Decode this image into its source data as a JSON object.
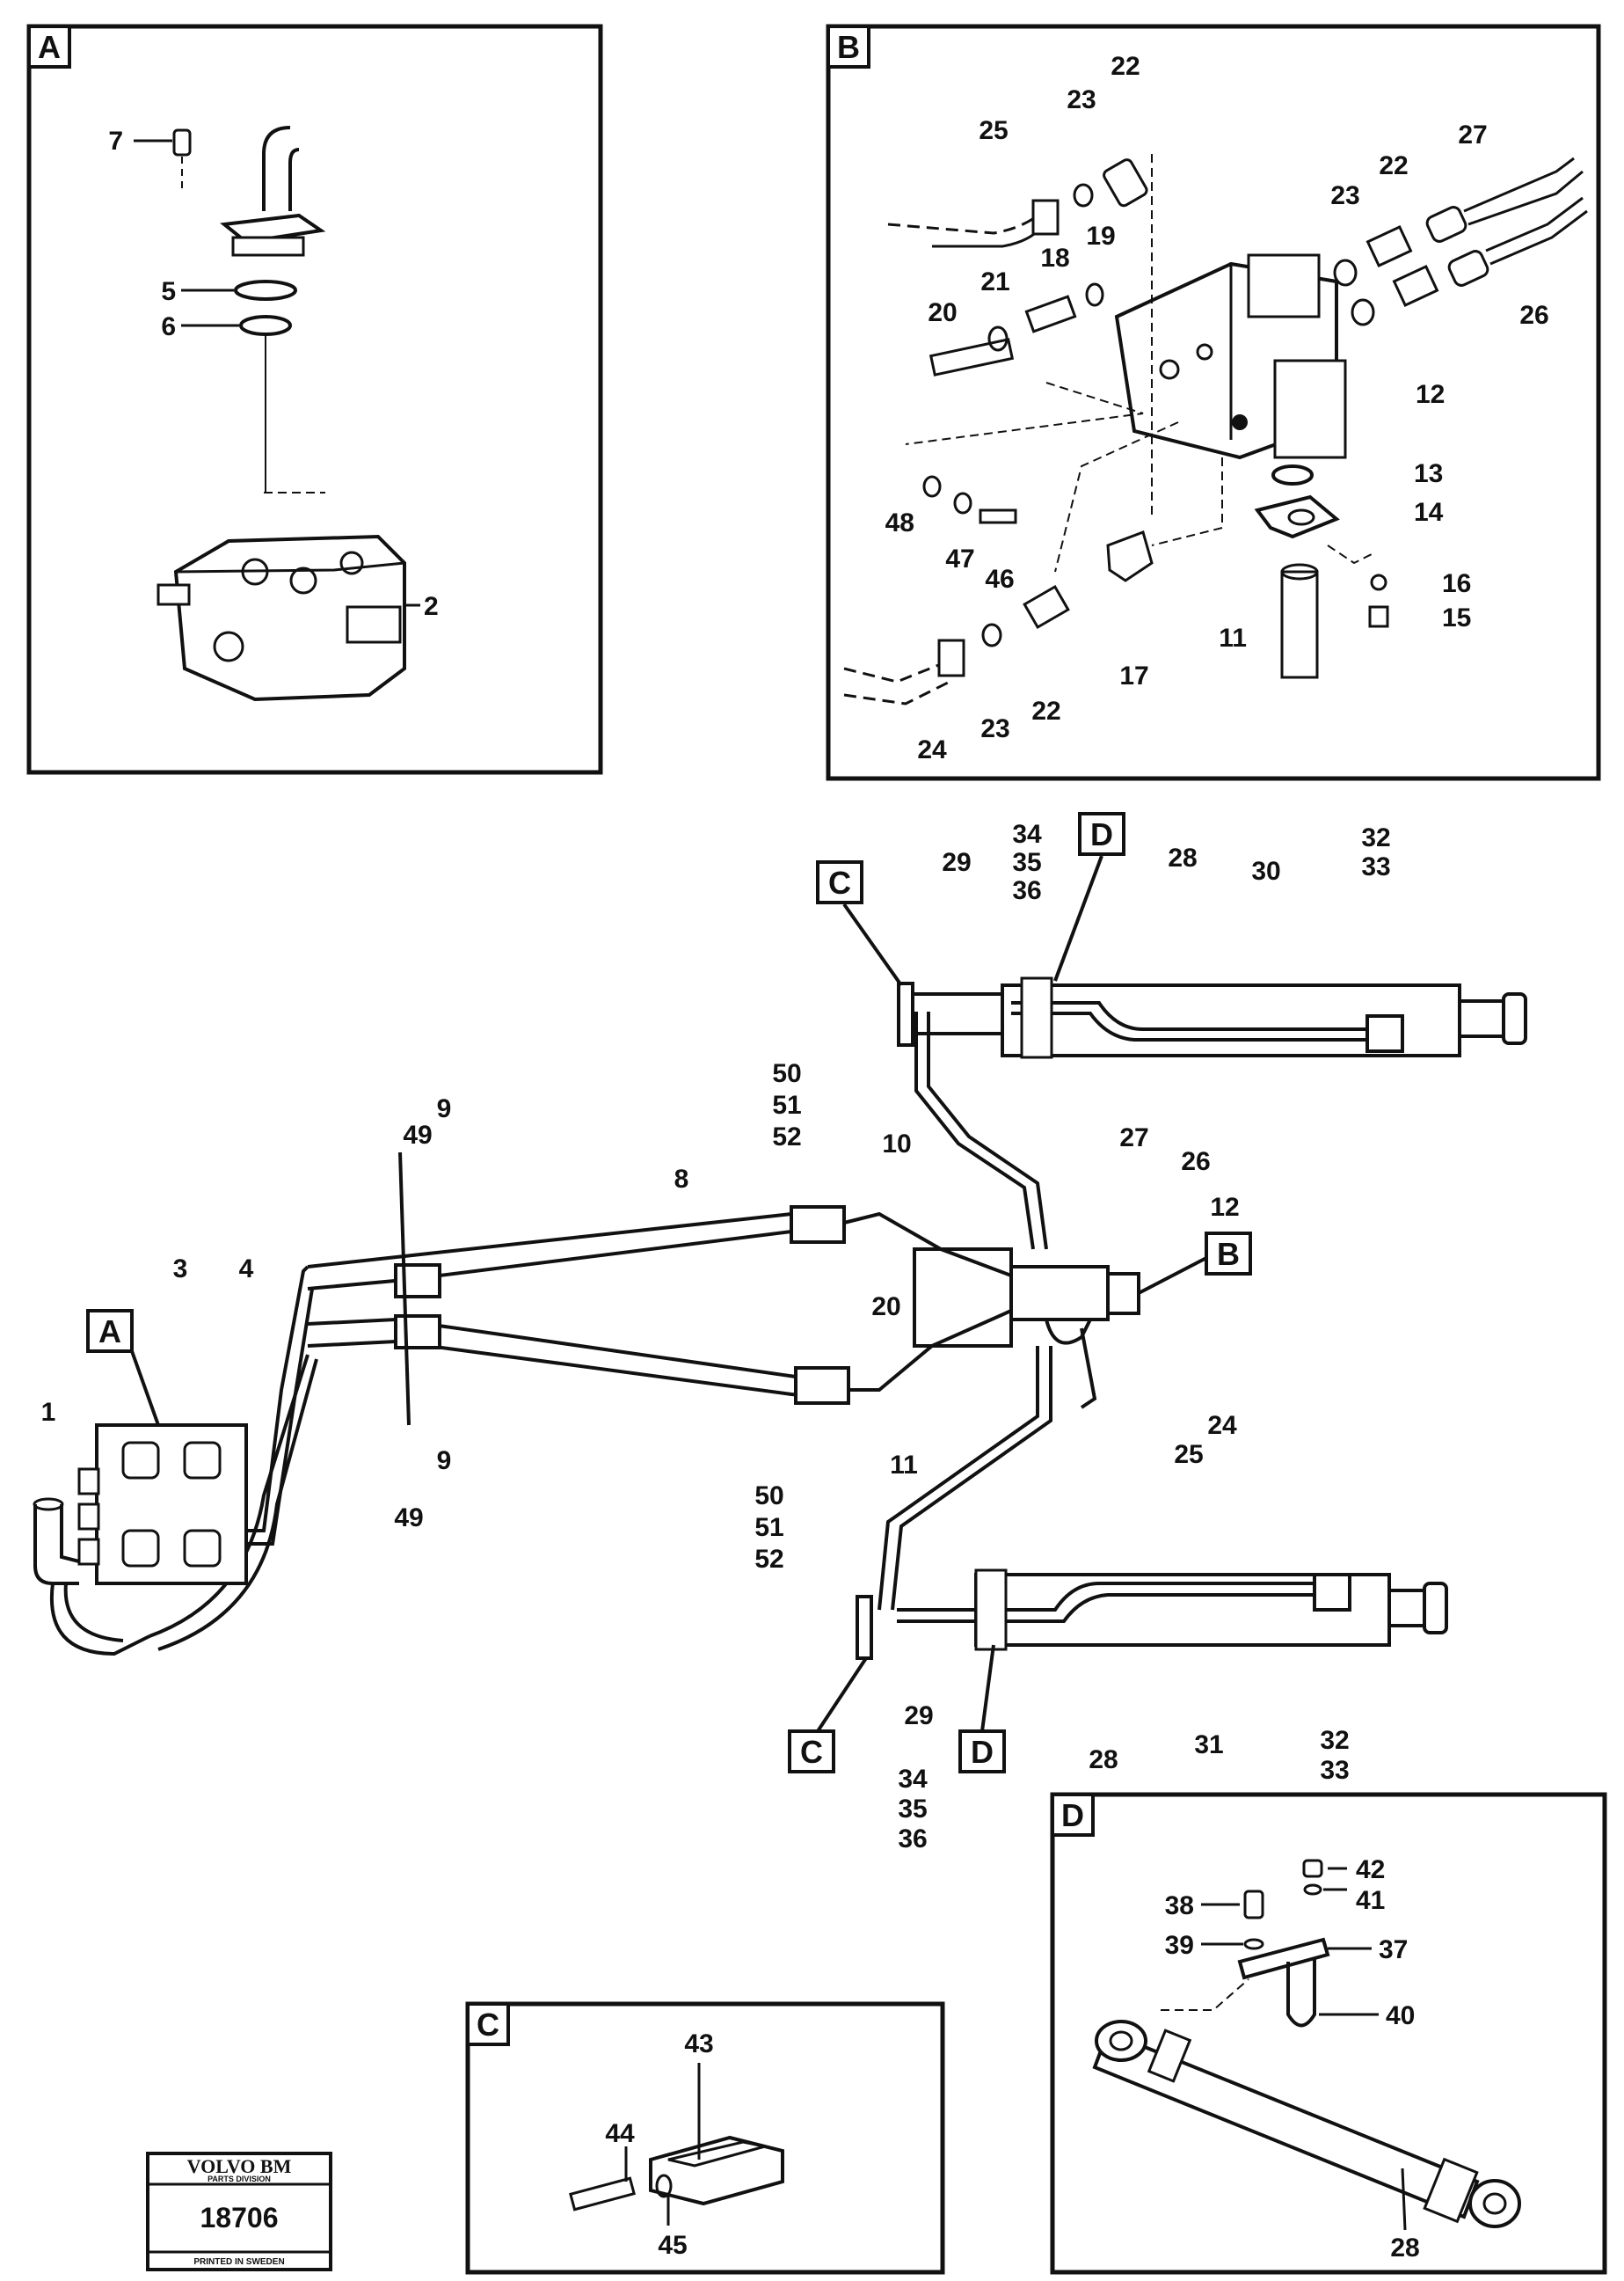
{
  "panels": {
    "A": {
      "tag": "A",
      "labels": [
        "7",
        "5",
        "6",
        "2"
      ]
    },
    "B": {
      "tag": "B",
      "labels": [
        "22",
        "23",
        "25",
        "19",
        "18",
        "21",
        "20",
        "27",
        "22",
        "23",
        "26",
        "12",
        "13",
        "14",
        "48",
        "47",
        "46",
        "16",
        "15",
        "11",
        "17",
        "24",
        "23",
        "22"
      ]
    },
    "C": {
      "tag": "C",
      "labels": [
        "43",
        "44",
        "45"
      ]
    },
    "D": {
      "tag": "D",
      "labels": [
        "42",
        "41",
        "38",
        "39",
        "37",
        "40",
        "28"
      ]
    }
  },
  "main": {
    "refs": {
      "C1": "C",
      "D1": "D",
      "A1": "A",
      "B1": "B",
      "C2": "C",
      "D2": "D"
    },
    "labels": [
      "34",
      "35",
      "36",
      "29",
      "28",
      "30",
      "32",
      "33",
      "50",
      "51",
      "52",
      "10",
      "9",
      "49",
      "8",
      "27",
      "26",
      "12",
      "3",
      "4",
      "20",
      "1",
      "9",
      "49",
      "11",
      "50",
      "51",
      "52",
      "24",
      "25",
      "29",
      "34",
      "35",
      "36",
      "28",
      "31",
      "32",
      "33"
    ]
  },
  "stamp": {
    "brand": "VOLVO BM",
    "division": "PARTS DIVISION",
    "number": "18706",
    "printed": "PRINTED IN SWEDEN"
  }
}
